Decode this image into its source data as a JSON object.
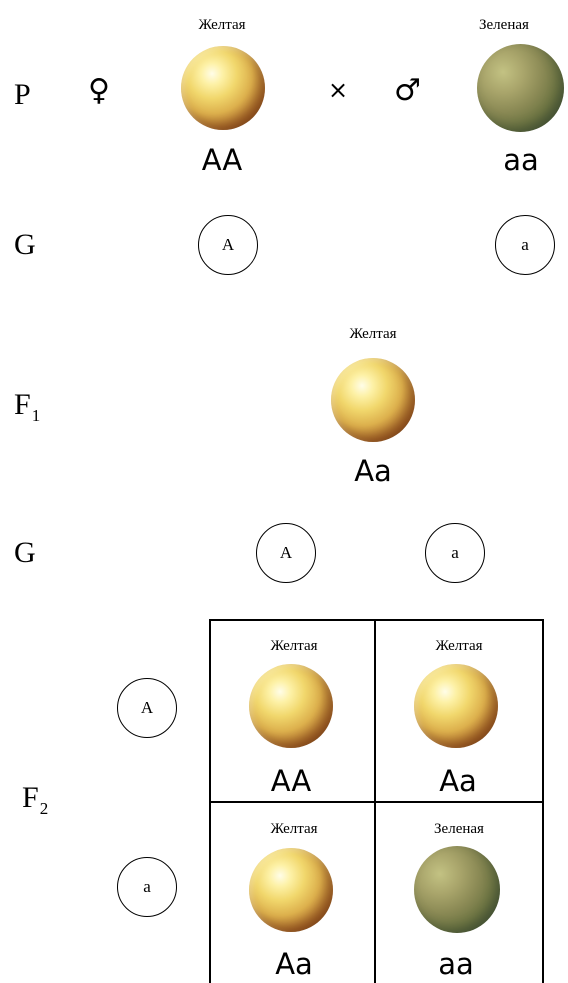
{
  "rows": {
    "p": "P",
    "g1": "G",
    "f1_main": "F",
    "f1_sub": "1",
    "g2": "G",
    "f2_main": "F",
    "f2_sub": "2"
  },
  "symbols": {
    "female": "♀",
    "cross": "×",
    "male": "♂"
  },
  "parents": {
    "female": {
      "phenotype": "Желтая",
      "genotype": "AA",
      "color": "yellow"
    },
    "male": {
      "phenotype": "Зеленая",
      "genotype": "aa",
      "color": "green"
    }
  },
  "gametes_p": [
    "A",
    "a"
  ],
  "f1": {
    "phenotype": "Желтая",
    "genotype": "Aa",
    "color": "yellow"
  },
  "gametes_f1": [
    "A",
    "a"
  ],
  "punnett": {
    "row_gametes": [
      "A",
      "a"
    ],
    "cells": [
      {
        "phenotype": "Желтая",
        "genotype": "AA",
        "color": "yellow"
      },
      {
        "phenotype": "Желтая",
        "genotype": "Aa",
        "color": "yellow"
      },
      {
        "phenotype": "Желтая",
        "genotype": "Aa",
        "color": "yellow"
      },
      {
        "phenotype": "Зеленая",
        "genotype": "aa",
        "color": "green"
      }
    ]
  },
  "colors": {
    "yellow_pea": "#f1d76c",
    "green_pea": "#8b8a55"
  }
}
